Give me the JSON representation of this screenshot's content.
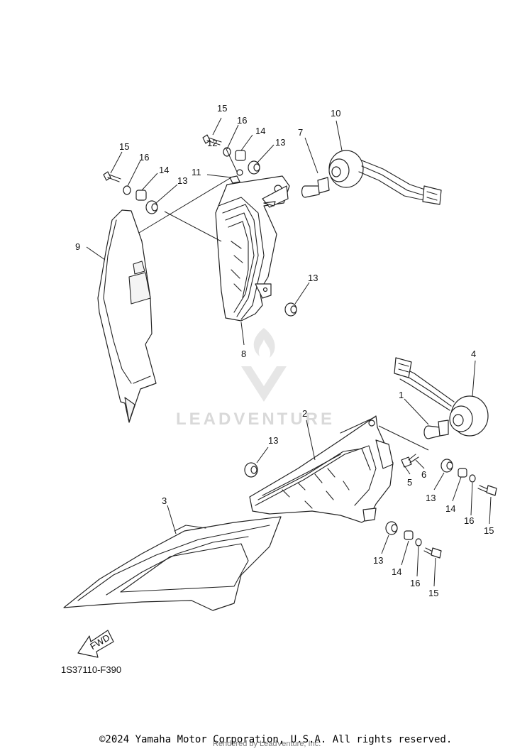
{
  "diagram": {
    "callouts": [
      "15",
      "16",
      "14",
      "13",
      "12",
      "11",
      "10",
      "7",
      "15",
      "16",
      "14",
      "13",
      "9",
      "8",
      "13",
      "4",
      "1",
      "2",
      "13",
      "6",
      "5",
      "13",
      "14",
      "16",
      "15",
      "3",
      "13",
      "14",
      "16",
      "15"
    ],
    "watermark": "LEADVENTURE",
    "fwd_label": "FWD",
    "part_code": "1S37110-F390"
  },
  "footer": {
    "copyright": "©2024 Yamaha Motor Corporation, U.S.A. All rights reserved.",
    "rendered_by": "Rendered by LeadVenture, Inc."
  }
}
